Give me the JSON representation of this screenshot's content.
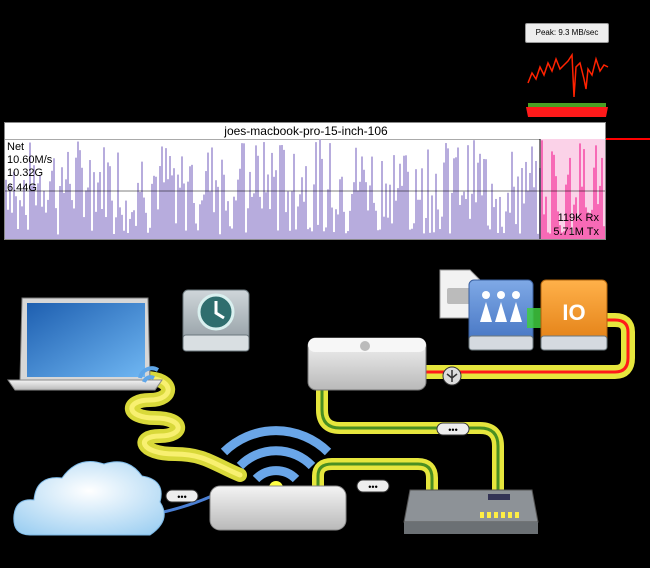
{
  "peak_tooltip": "Peak: 9.3 MB/sec",
  "graph": {
    "host": "joes-macbook-pro-15-inch-106",
    "metric": "Net",
    "rate": "10.60M/s",
    "total1": "10.32G",
    "total2": "6.44G",
    "rx": "119K Rx",
    "tx": "5.71M Tx"
  },
  "colors": {
    "graph_fill": "#b7acdd",
    "highlight_fill": "#f76ab6",
    "highlight_bg": "#fbd2e8",
    "peak_line": "#ff2200",
    "cable_yellow": "#ffff44",
    "cable_green": "#4a8f22",
    "cable_red": "#ff0000",
    "wifi_blue": "#6aa6e8"
  },
  "devices": [
    {
      "name": "macbook-pro"
    },
    {
      "name": "time-machine-drive"
    },
    {
      "name": "mac-mini"
    },
    {
      "name": "shared-drive"
    },
    {
      "name": "firewire-drive"
    },
    {
      "name": "airport-extreme"
    },
    {
      "name": "network-switch"
    },
    {
      "name": "internet-cloud"
    }
  ]
}
